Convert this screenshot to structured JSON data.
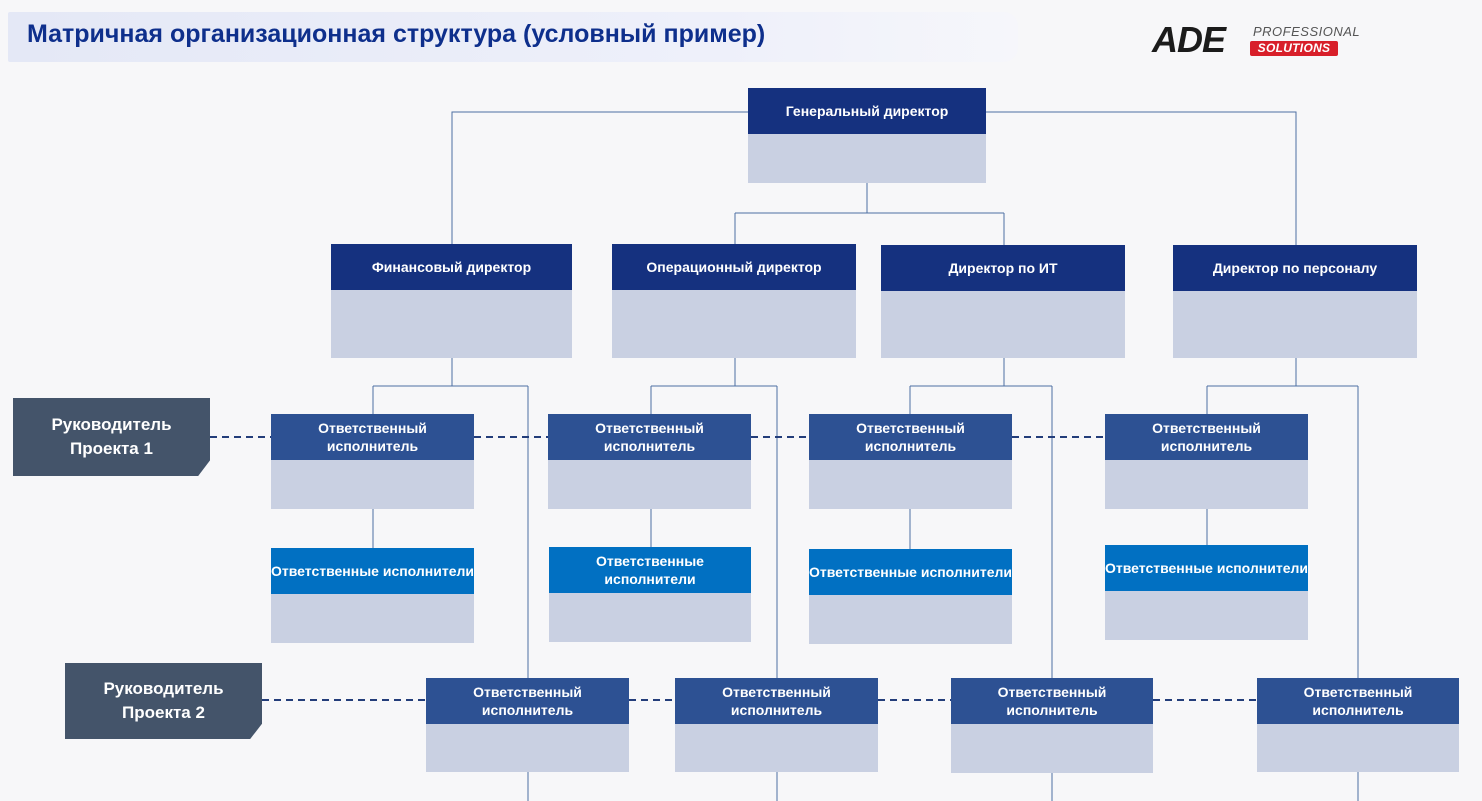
{
  "header": {
    "title": "Матричная организационная структура (условный пример)"
  },
  "logo": {
    "main": "ADE",
    "top_line": "PROFESSIONAL",
    "bottom_line": "SOLUTIONS"
  },
  "colors": {
    "title": "#0e2f8c",
    "box_head_dark": "#15317f",
    "box_head_mid": "#2d5193",
    "box_head_blue": "#0170c2",
    "box_body": "#c9d0e2",
    "project_box": "#44546a",
    "line_solid": "#4d6fa3",
    "line_dashed": "#233d7a",
    "logo_red": "#d81f2a"
  },
  "nodes": {
    "ceo": "Генеральный директор",
    "cfo": "Финансовый директор",
    "coo": "Операционный директор",
    "cio": "Директор по ИТ",
    "hrd": "Директор по персоналу",
    "resp_single": "Ответственный исполнитель",
    "resp_team": "Ответственные исполнители"
  },
  "project_managers": [
    {
      "label": "Руководитель Проекта 1"
    },
    {
      "label": "Руководитель Проекта 2"
    }
  ]
}
